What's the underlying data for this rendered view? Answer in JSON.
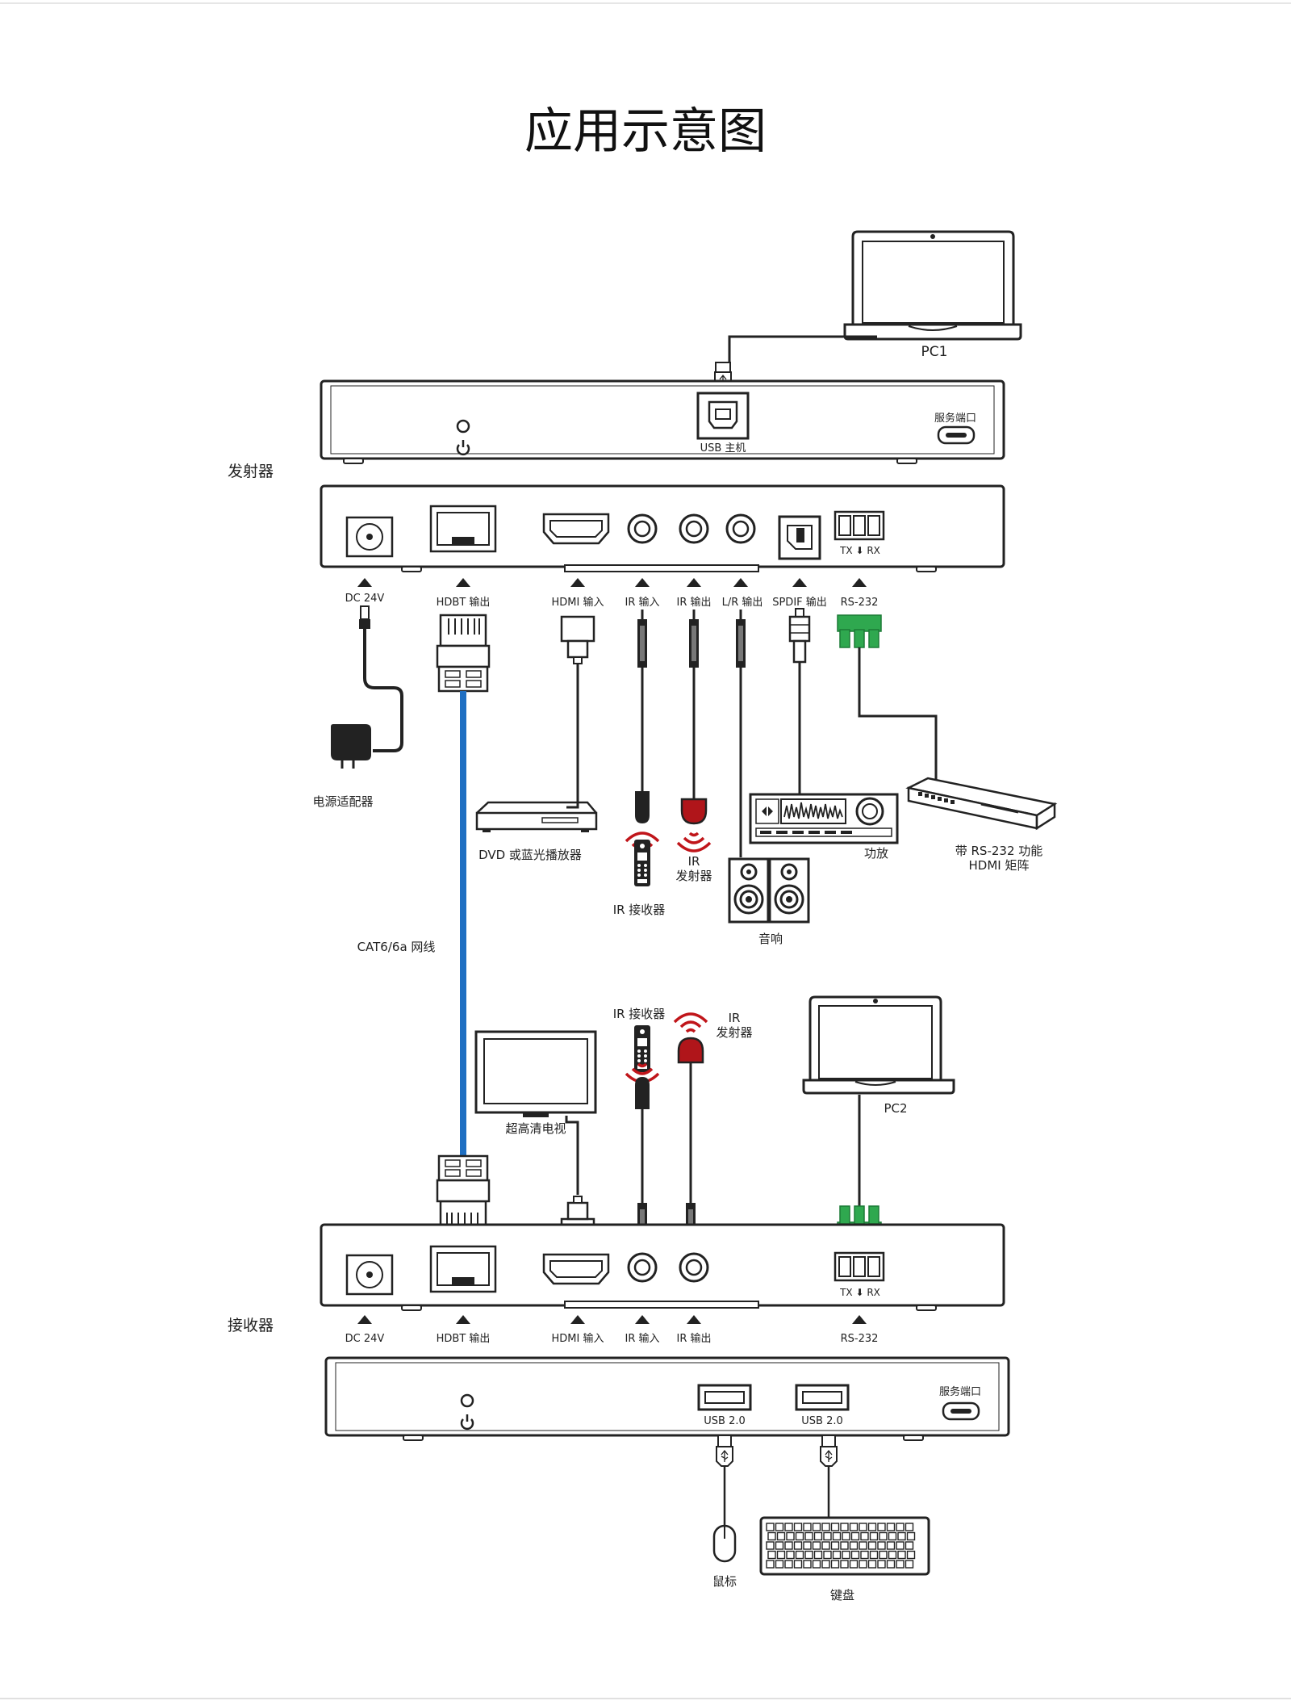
{
  "title": "应用示意图",
  "sections": {
    "transmitter": "发射器",
    "receiver": "接收器"
  },
  "tx_top": {
    "usb_host": "USB 主机",
    "service_port": "服务端口"
  },
  "pc1": "PC1",
  "tx_ports": {
    "dc": "DC 24V",
    "hdbt": "HDBT 输出",
    "hdmi": "HDMI 输入",
    "ir_in": "IR 输入",
    "ir_out": "IR 输出",
    "lr": "L/R 输出",
    "spdif": "SPDIF 输出",
    "rs232": "RS-232",
    "txrx": "TX ⬇ RX"
  },
  "tx_devices": {
    "adapter": "电源适配器",
    "dvd": "DVD 或蓝光播放器",
    "ir_receiver": "IR 接收器",
    "ir_emitter": [
      "IR",
      "发射器"
    ],
    "amplifier": "功放",
    "speakers": "音响",
    "matrix": [
      "带 RS-232 功能",
      "HDMI 矩阵"
    ]
  },
  "cable": "CAT6/6a 网线",
  "rx_devices": {
    "ir_receiver": "IR 接收器",
    "ir_emitter": [
      "IR",
      "发射器"
    ],
    "tv": "超高清电视",
    "pc2": "PC2"
  },
  "rx_ports": {
    "dc": "DC 24V",
    "hdbt": "HDBT 输出",
    "hdmi": "HDMI 输入",
    "ir_in": "IR 输入",
    "ir_out": "IR 输出",
    "rs232": "RS-232",
    "txrx": "TX ⬇ RX"
  },
  "rx_bottom": {
    "usb1": "USB 2.0",
    "usb2": "USB 2.0",
    "service_port": "服务端口"
  },
  "peripherals": {
    "mouse": "鼠标",
    "keyboard": "键盘"
  },
  "colors": {
    "cable_blue": "#1f6fc2",
    "terminal_green": "#2fa84f",
    "ir_red": "#c0151a",
    "line": "#222222"
  }
}
